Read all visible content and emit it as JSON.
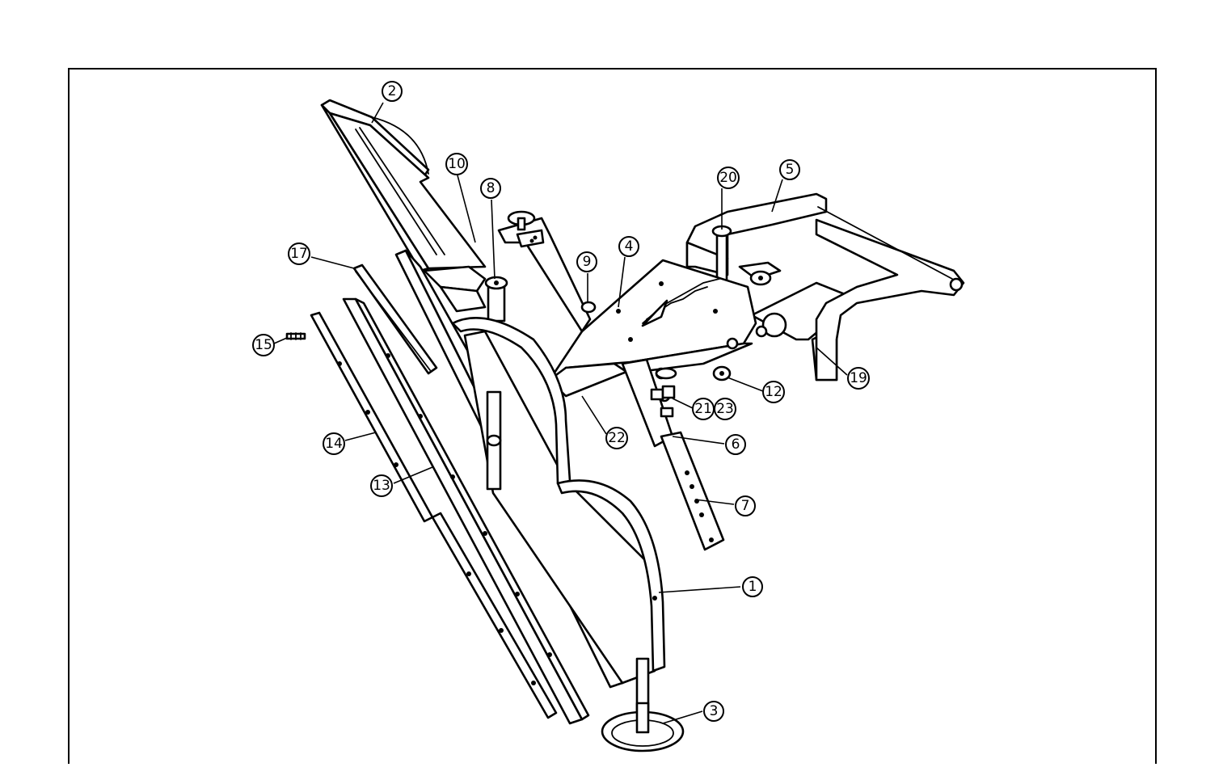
{
  "callouts": [
    {
      "id": "1",
      "label": "1"
    },
    {
      "id": "2",
      "label": "2"
    },
    {
      "id": "3",
      "label": "3"
    },
    {
      "id": "4",
      "label": "4"
    },
    {
      "id": "5",
      "label": "5"
    },
    {
      "id": "6",
      "label": "6"
    },
    {
      "id": "7",
      "label": "7"
    },
    {
      "id": "8",
      "label": "8"
    },
    {
      "id": "9",
      "label": "9"
    },
    {
      "id": "10",
      "label": "10"
    },
    {
      "id": "12",
      "label": "12"
    },
    {
      "id": "13",
      "label": "13"
    },
    {
      "id": "14",
      "label": "14"
    },
    {
      "id": "15",
      "label": "15"
    },
    {
      "id": "17",
      "label": "17"
    },
    {
      "id": "19",
      "label": "19"
    },
    {
      "id": "20",
      "label": "20"
    },
    {
      "id": "21",
      "label": "21"
    },
    {
      "id": "22",
      "label": "22"
    },
    {
      "id": "23",
      "label": "23"
    }
  ]
}
